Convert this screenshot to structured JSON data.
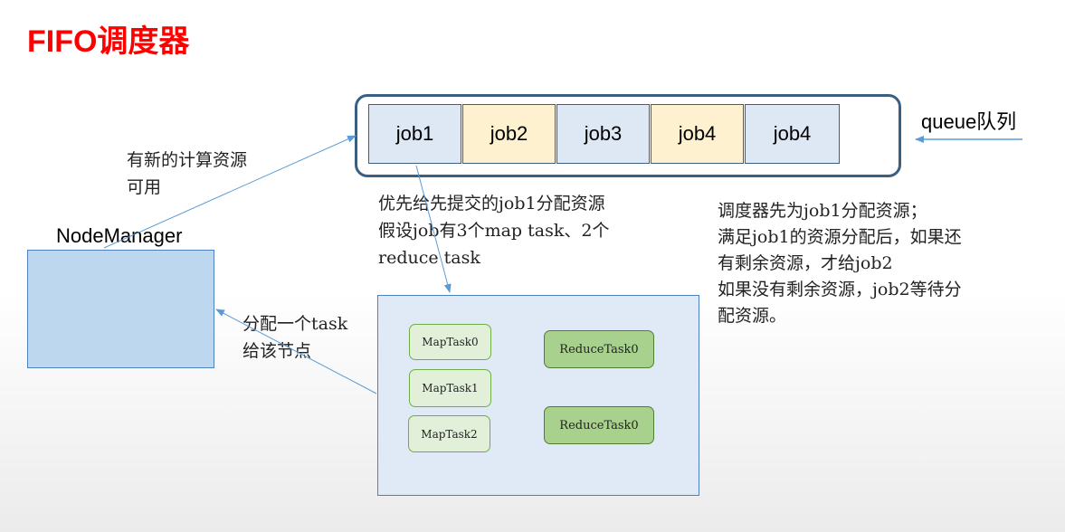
{
  "title": "FIFO调度器",
  "queue": {
    "label": "queue队列",
    "jobs": [
      {
        "label": "job1",
        "color": "#dde8f4"
      },
      {
        "label": "job2",
        "color": "#fdf1cf"
      },
      {
        "label": "job3",
        "color": "#dde8f4"
      },
      {
        "label": "job4",
        "color": "#fdf1cf"
      },
      {
        "label": "job4",
        "color": "#dde8f4"
      }
    ]
  },
  "node_manager": {
    "label": "NodeManager",
    "resource_note_line1": "有新的计算资源",
    "resource_note_line2": "可用"
  },
  "allocation_note": {
    "line1": "优先给先提交的job1分配资源",
    "line2": "假设job有3个map task、2个",
    "line3": "reduce task"
  },
  "assign_note": {
    "line1": "分配一个task",
    "line2": "给该节点"
  },
  "scheduler_note": {
    "line1": "调度器先为job1分配资源；",
    "line2": "满足job1的资源分配后，如果还",
    "line3": "有剩余资源，才给job2",
    "line4": "如果没有剩余资源，job2等待分",
    "line5": "配资源。"
  },
  "tasks": {
    "map": [
      "MapTask0",
      "MapTask1",
      "MapTask2"
    ],
    "reduce": [
      "ReduceTask0",
      "ReduceTask0"
    ]
  },
  "colors": {
    "title": "#ff0000",
    "arrow": "#5b9bd5",
    "frame_border": "#3b5f7f"
  }
}
